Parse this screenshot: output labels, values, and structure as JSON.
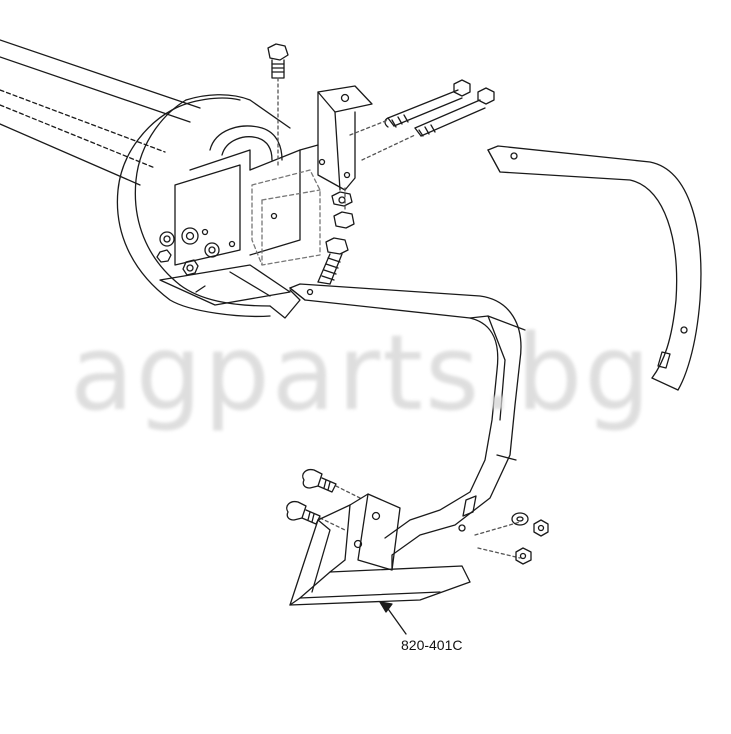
{
  "watermark": {
    "text": "agparts.bg"
  },
  "callout": {
    "part_number": "820-401C"
  },
  "colors": {
    "line": "#1a1a1a",
    "watermark": "#d9d9d9",
    "background": "#ffffff"
  },
  "parts": [
    "beam-frame",
    "mounting-clamp",
    "bracket",
    "bolts",
    "nuts",
    "washers",
    "s-tine-shank",
    "spare-shank",
    "sweep-shovel"
  ]
}
